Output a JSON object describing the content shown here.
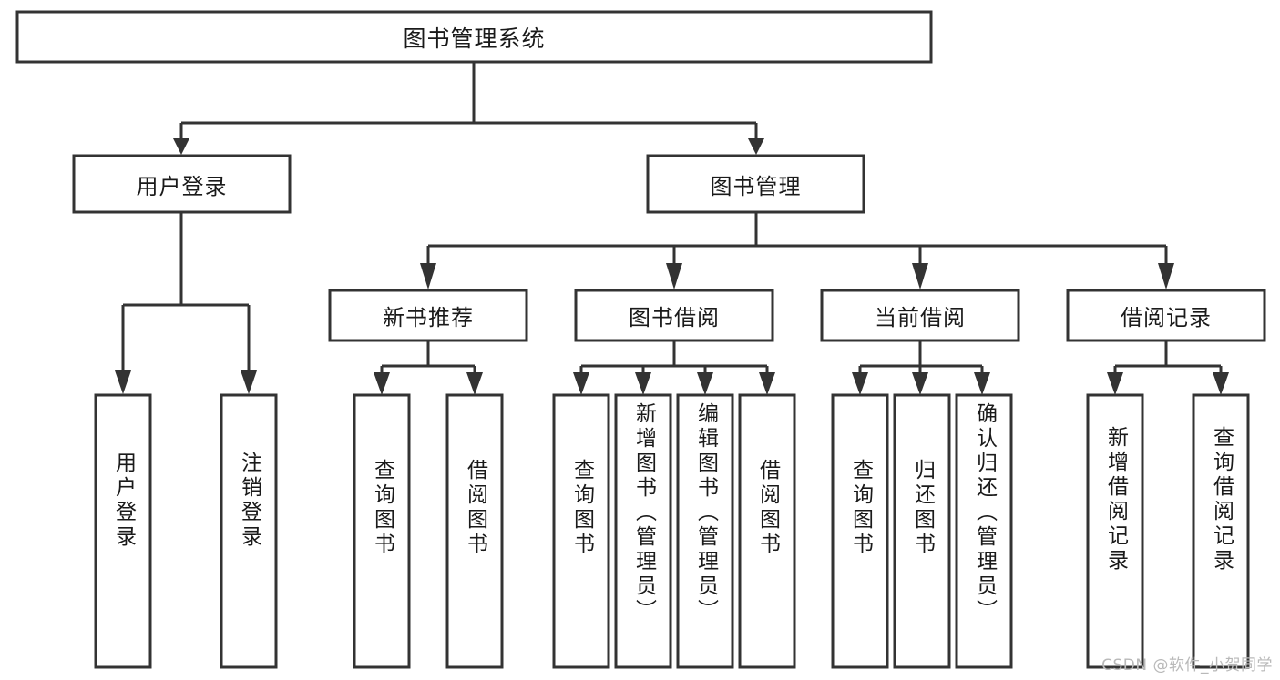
{
  "diagram": {
    "title_node": {
      "label": "图书管理系统"
    },
    "level2": [
      {
        "id": "user-login",
        "label": "用户登录"
      },
      {
        "id": "book-manage",
        "label": "图书管理"
      }
    ],
    "level3": [
      {
        "id": "new-book-rec",
        "label": "新书推荐"
      },
      {
        "id": "book-borrow",
        "label": "图书借阅"
      },
      {
        "id": "current-borrow",
        "label": "当前借阅"
      },
      {
        "id": "borrow-record",
        "label": "借阅记录"
      }
    ],
    "leaves": [
      {
        "id": "leaf-user-login",
        "label": "用户登录",
        "parent": "user-login"
      },
      {
        "id": "leaf-logout",
        "label": "注销登录",
        "parent": "user-login"
      },
      {
        "id": "leaf-query-book-1",
        "label": "查询图书",
        "parent": "new-book-rec"
      },
      {
        "id": "leaf-borrow-book-1",
        "label": "借阅图书",
        "parent": "new-book-rec"
      },
      {
        "id": "leaf-query-book-2",
        "label": "查询图书",
        "parent": "book-borrow"
      },
      {
        "id": "leaf-add-book",
        "label": "新增图书（管理员）",
        "parent": "book-borrow"
      },
      {
        "id": "leaf-edit-book",
        "label": "编辑图书（管理员）",
        "parent": "book-borrow"
      },
      {
        "id": "leaf-borrow-book-2",
        "label": "借阅图书",
        "parent": "book-borrow"
      },
      {
        "id": "leaf-query-book-3",
        "label": "查询图书",
        "parent": "current-borrow"
      },
      {
        "id": "leaf-return-book",
        "label": "归还图书",
        "parent": "current-borrow"
      },
      {
        "id": "leaf-confirm-return",
        "label": "确认归还（管理员）",
        "parent": "current-borrow"
      },
      {
        "id": "leaf-add-record",
        "label": "新增借阅记录",
        "parent": "borrow-record"
      },
      {
        "id": "leaf-query-record",
        "label": "查询借阅记录",
        "parent": "borrow-record"
      }
    ],
    "colors": {
      "box_stroke": "#333333",
      "box_fill": "#ffffff",
      "text": "#1a1a1a",
      "watermark": "#b9b9b9"
    }
  },
  "watermark": {
    "text": "CSDN @软件_小贺同学"
  }
}
